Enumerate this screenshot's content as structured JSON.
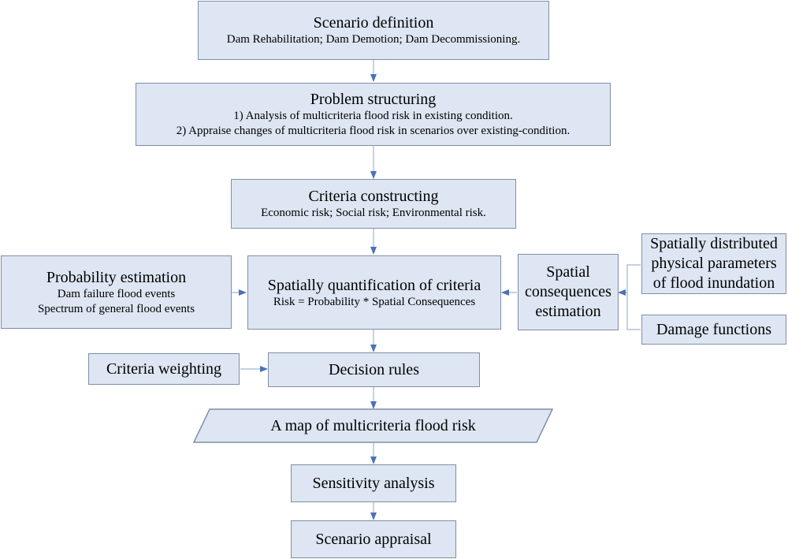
{
  "scenario_definition": {
    "title": "Scenario definition",
    "detail": "Dam Rehabilitation; Dam Demotion; Dam Decommissioning."
  },
  "problem_structuring": {
    "title": "Problem structuring",
    "line1": "1)  Analysis of multicriteria flood risk in existing condition.",
    "line2": "2) Appraise changes of  multicriteria flood risk in scenarios over existing-condition."
  },
  "criteria_constructing": {
    "title": "Criteria constructing",
    "detail": "Economic risk; Social risk; Environmental risk."
  },
  "probability_estimation": {
    "title": "Probability estimation",
    "line1": "Dam failure flood events",
    "line2": "Spectrum of general flood events"
  },
  "spatial_quantification": {
    "title": "Spatially quantification of criteria",
    "detail": "Risk = Probability * Spatial Consequences"
  },
  "spatial_consequences": {
    "line1": "Spatial",
    "line2": "consequences",
    "line3": "estimation"
  },
  "physical_parameters": {
    "line1": "Spatially distributed",
    "line2": "physical parameters",
    "line3": "of flood inundation"
  },
  "damage_functions": {
    "label": "Damage functions"
  },
  "criteria_weighting": {
    "label": "Criteria weighting"
  },
  "decision_rules": {
    "label": "Decision rules"
  },
  "flood_risk_map": {
    "label": "A map of multicriteria flood risk"
  },
  "sensitivity_analysis": {
    "label": "Sensitivity analysis"
  },
  "scenario_appraisal": {
    "label": "Scenario appraisal"
  },
  "colors": {
    "box_fill": "#dde6f2",
    "box_border": "#7f8fa6",
    "arrow": "#4a72b8"
  }
}
